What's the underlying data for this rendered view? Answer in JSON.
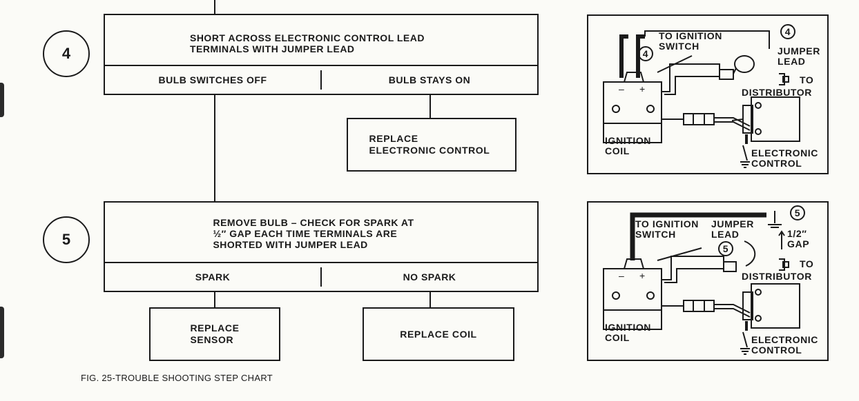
{
  "flowchart": {
    "step4": {
      "number": "4",
      "instruction": "SHORT ACROSS ELECTRONIC CONTROL LEAD\nTERMINALS WITH JUMPER LEAD",
      "outcome_left": "BULB SWITCHES OFF",
      "outcome_right": "BULB STAYS ON",
      "result_right": "REPLACE\nELECTRONIC CONTROL"
    },
    "step5": {
      "number": "5",
      "instruction": "REMOVE BULB – CHECK FOR SPARK AT\n½″ GAP EACH TIME TERMINALS ARE\nSHORTED WITH JUMPER LEAD",
      "outcome_left": "SPARK",
      "outcome_right": "NO SPARK",
      "result_left": "REPLACE\nSENSOR",
      "result_right": "REPLACE COIL"
    }
  },
  "caption": "FIG. 25-TROUBLE SHOOTING STEP CHART",
  "diagram_top": {
    "step_marker": "4",
    "step_marker_coil": "4",
    "to_ignition_switch": "TO IGNITION\nSWITCH",
    "jumper_lead": "JUMPER\nLEAD",
    "to_distributor_to": "TO",
    "distributor": "DISTRIBUTOR",
    "ignition_coil": "IGNITION\nCOIL",
    "electronic_control": "ELECTRONIC\nCONTROL",
    "coil_minus": "–",
    "coil_plus": "+"
  },
  "diagram_bottom": {
    "step_marker": "5",
    "step_marker_lead": "5",
    "to_ignition_switch": "TO IGNITION\nSWITCH",
    "jumper_lead": "JUMPER\nLEAD",
    "gap": "1/2″\nGAP",
    "to_distributor_to": "TO",
    "distributor": "DISTRIBUTOR",
    "ignition_coil": "IGNITION\nCOIL",
    "electronic_control": "ELECTRONIC\nCONTROL",
    "coil_minus": "–",
    "coil_plus": "+"
  }
}
